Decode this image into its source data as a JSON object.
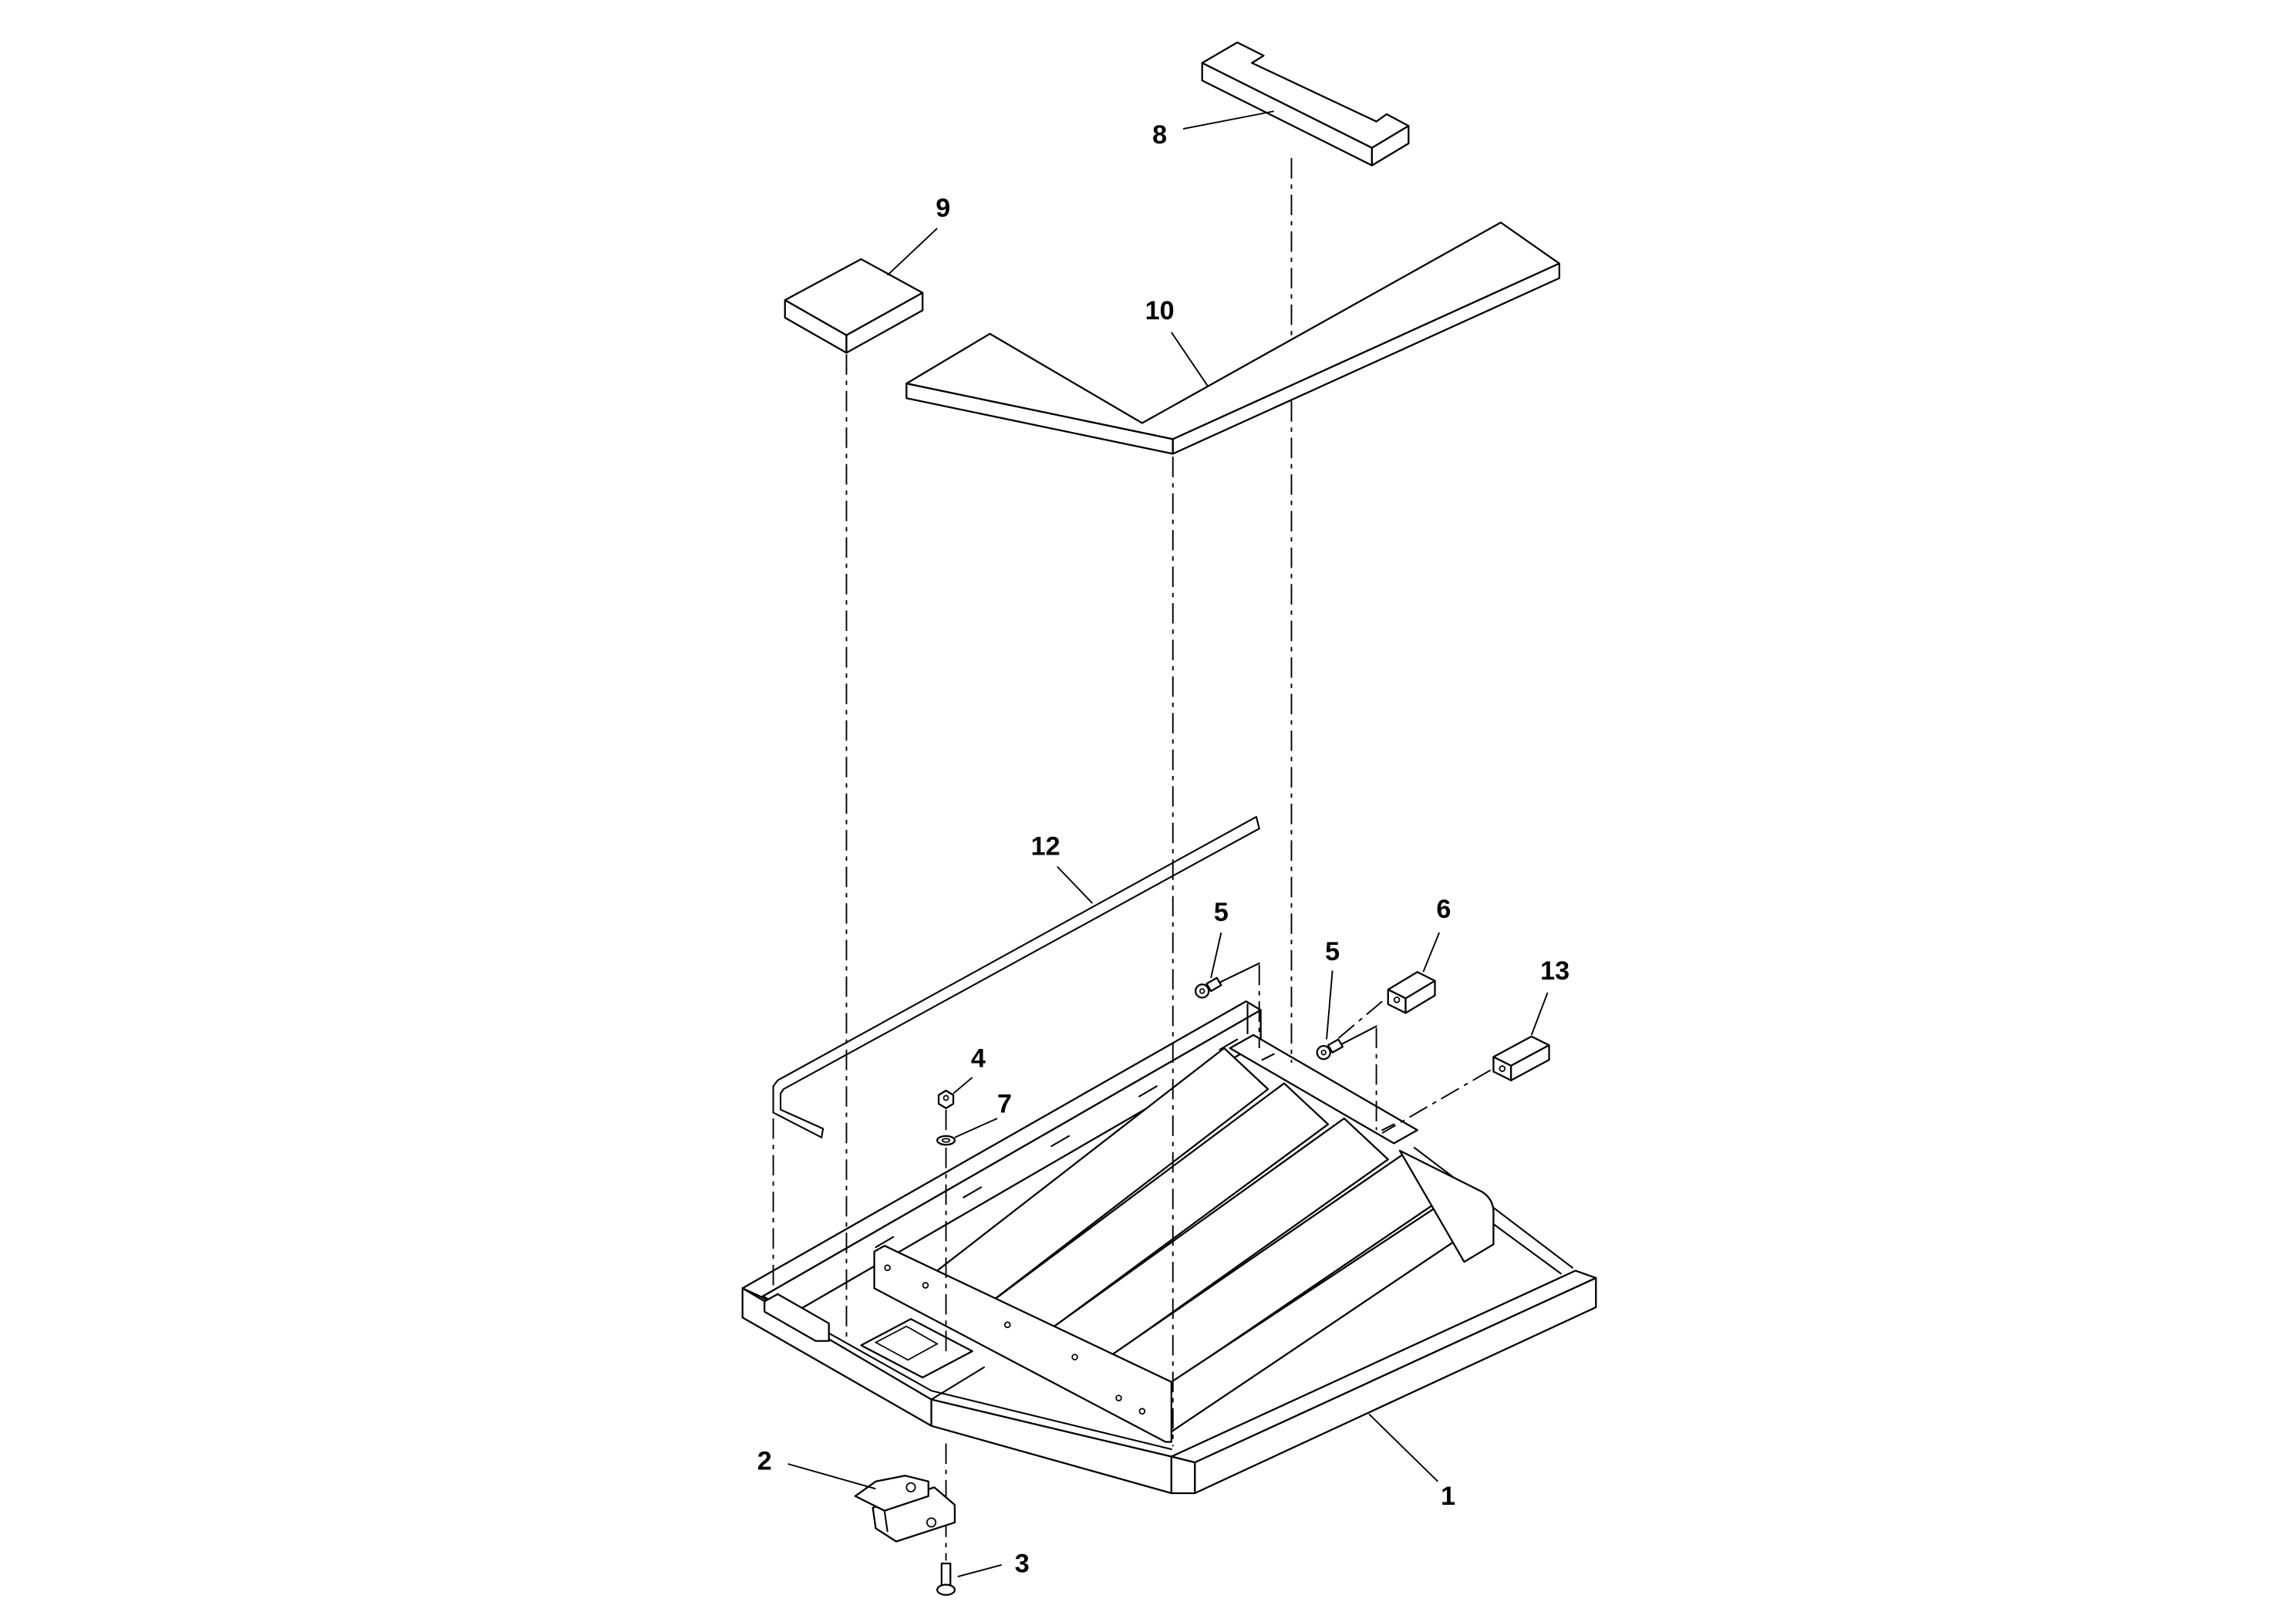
{
  "diagram": {
    "colors": {
      "line": "#000000",
      "background": "#ffffff"
    },
    "callouts": [
      {
        "label": "1"
      },
      {
        "label": "2"
      },
      {
        "label": "3"
      },
      {
        "label": "4"
      },
      {
        "label": "5"
      },
      {
        "label": "5"
      },
      {
        "label": "6"
      },
      {
        "label": "7"
      },
      {
        "label": "8"
      },
      {
        "label": "9"
      },
      {
        "label": "10"
      },
      {
        "label": "12"
      },
      {
        "label": "13"
      }
    ]
  }
}
